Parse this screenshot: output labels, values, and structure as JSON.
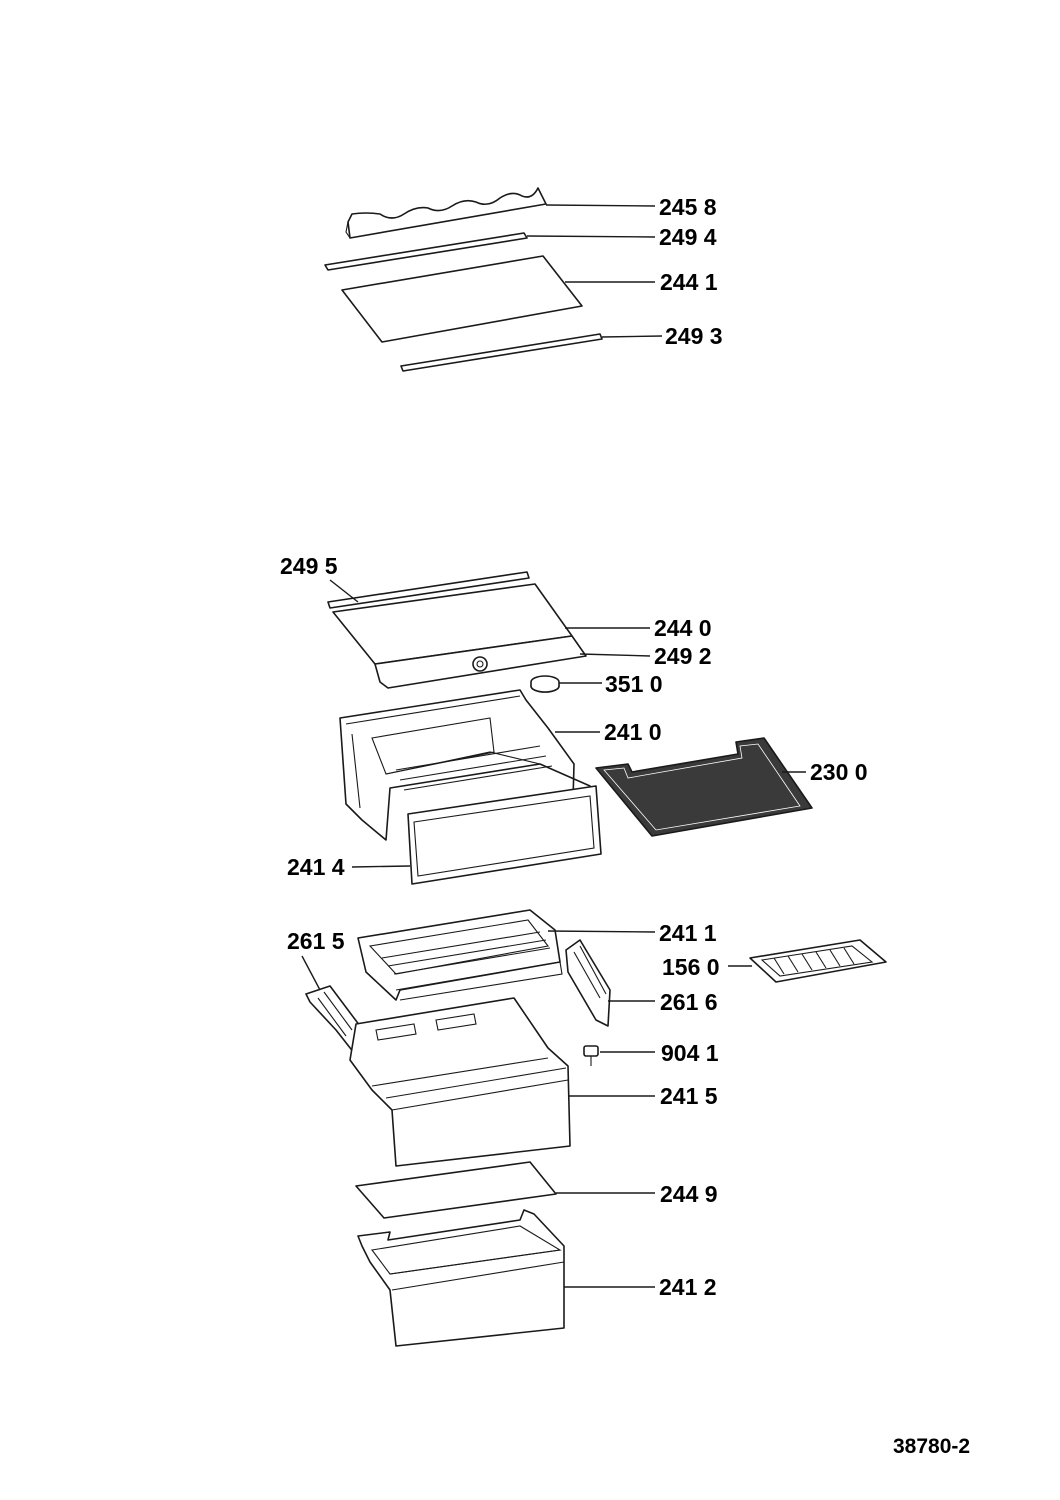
{
  "drawing_ref": "38780-2",
  "callouts": {
    "c2458": "245 8",
    "c2494": "249 4",
    "c2441": "244 1",
    "c2493": "249 3",
    "c2495": "249 5",
    "c2440": "244 0",
    "c2492": "249 2",
    "c3510": "351 0",
    "c2410": "241 0",
    "c2300": "230 0",
    "c2414": "241 4",
    "c2411": "241 1",
    "c2615": "261 5",
    "c1560": "156 0",
    "c2616": "261 6",
    "c9041": "904 1",
    "c2415": "241 5",
    "c2449": "244 9",
    "c2412": "241 2"
  }
}
